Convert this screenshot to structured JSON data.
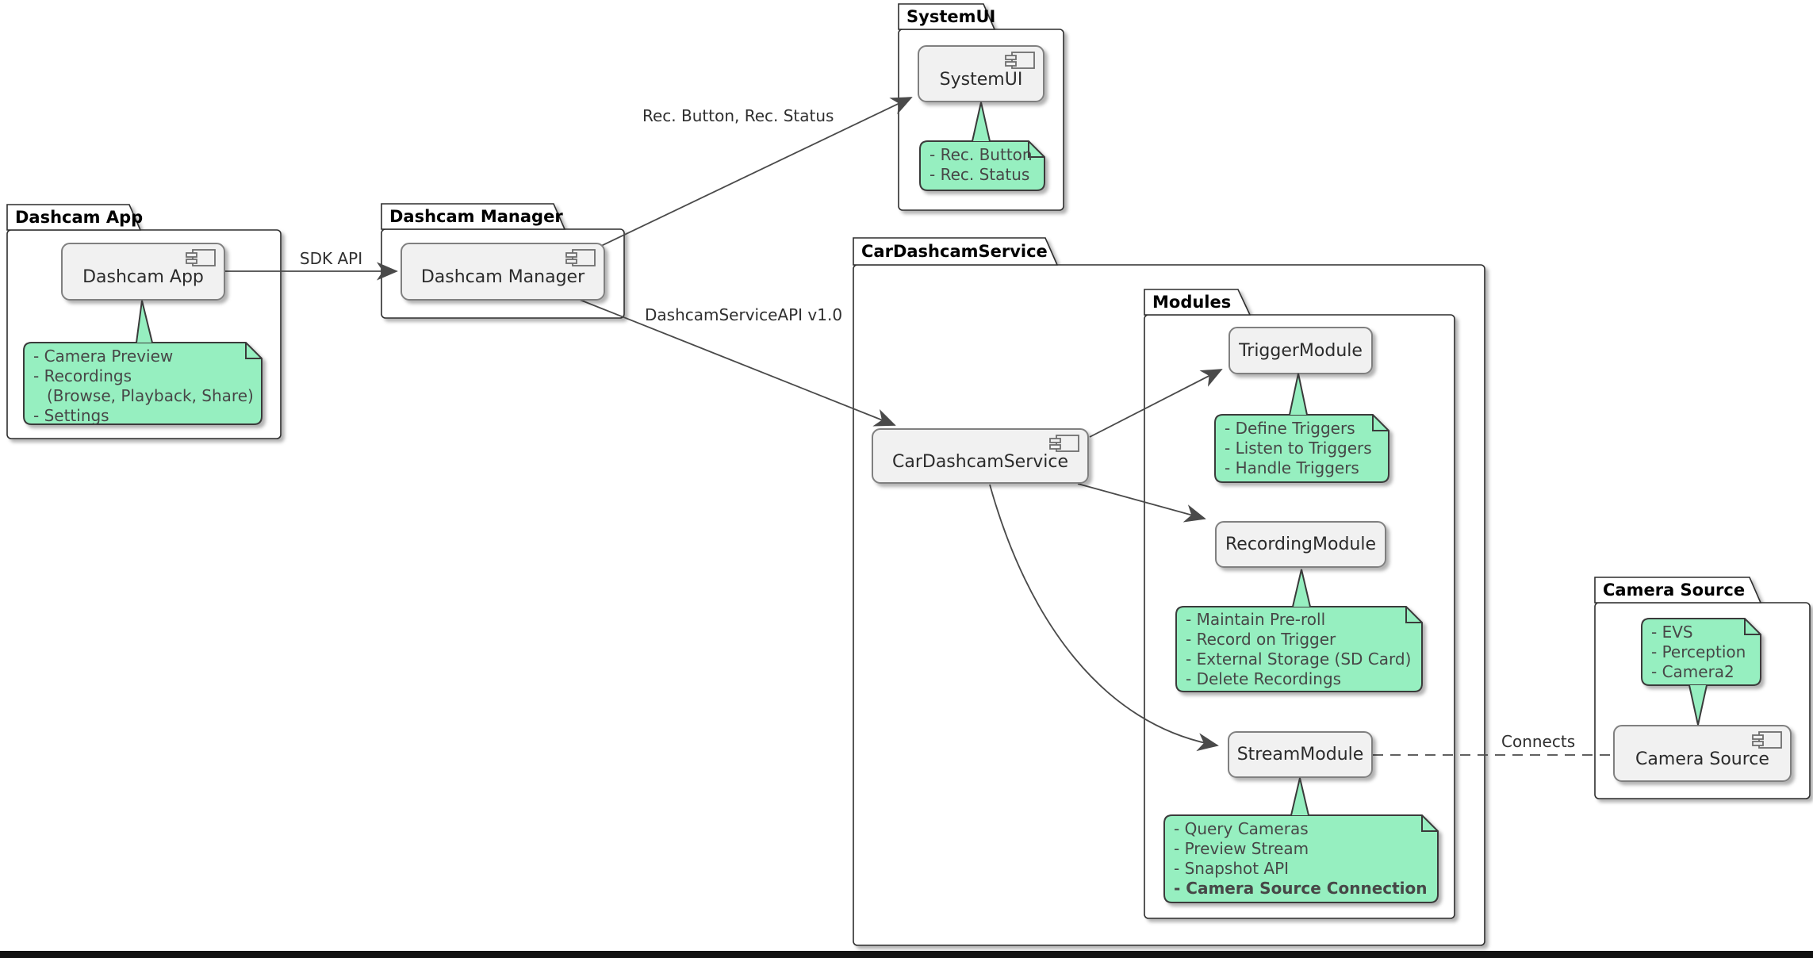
{
  "colors": {
    "note_fill": "#96EFC0",
    "note_border": "#3a3a3a",
    "component_fill": "#F1F1F1",
    "component_border": "#808080",
    "package_border": "#2e2e2e",
    "line": "#4a4a4a",
    "text": "#2b2b2b",
    "note_text": "#474747",
    "bottom_bar": "#121212"
  },
  "packages": {
    "dashcam_app": {
      "label": "Dashcam App"
    },
    "dashcam_manager": {
      "label": "Dashcam Manager"
    },
    "system_ui": {
      "label": "SystemUI"
    },
    "car_dashcam_service": {
      "label": "CarDashcamService"
    },
    "modules": {
      "label": "Modules"
    },
    "camera_source": {
      "label": "Camera Source"
    }
  },
  "components": {
    "dashcam_app": {
      "label": "Dashcam App"
    },
    "dashcam_manager": {
      "label": "Dashcam Manager"
    },
    "system_ui": {
      "label": "SystemUI"
    },
    "car_dashcam_service": {
      "label": "CarDashcamService"
    },
    "trigger_module": {
      "label": "TriggerModule"
    },
    "recording_module": {
      "label": "RecordingModule"
    },
    "stream_module": {
      "label": "StreamModule"
    },
    "camera_source": {
      "label": "Camera Source"
    }
  },
  "notes": {
    "app_features": {
      "lines": [
        "- Camera Preview",
        "- Recordings",
        "(Browse, Playback, Share)",
        "- Settings"
      ]
    },
    "rec_ui": {
      "lines": [
        "- Rec. Button",
        "- Rec. Status"
      ]
    },
    "trigger_features": {
      "lines": [
        "- Define Triggers",
        "- Listen to Triggers",
        "- Handle Triggers"
      ]
    },
    "recording_features": {
      "lines": [
        "- Maintain Pre-roll",
        "- Record on Trigger",
        "- External Storage (SD Card)",
        "- Delete Recordings"
      ]
    },
    "stream_features": {
      "lines": [
        "- Query Cameras",
        "- Preview Stream",
        "- Snapshot API",
        "- Camera Source Connection"
      ]
    },
    "camera_sources": {
      "lines": [
        "- EVS",
        "- Perception",
        "- Camera2"
      ]
    }
  },
  "edge_labels": {
    "sdk_api": "SDK API",
    "rec_button_status": "Rec. Button, Rec. Status",
    "dashcam_service_api": "DashcamServiceAPI v1.0",
    "connects": "Connects"
  }
}
